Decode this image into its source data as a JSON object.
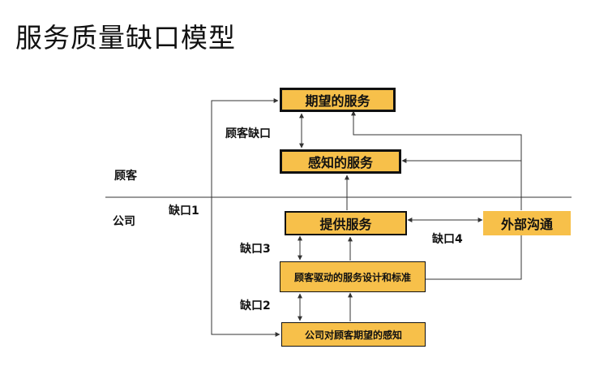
{
  "title": "服务质量缺口模型",
  "boxes": {
    "expected_service": "期望的服务",
    "perceived_service": "感知的服务",
    "service_delivery": "提供服务",
    "service_design": "顾客驱动的服务设计和标准",
    "company_perception": "公司对顾客期望的感知",
    "external_comm": "外部沟通"
  },
  "zones": {
    "customer": "顾客",
    "company": "公司"
  },
  "gaps": {
    "customer_gap": "顾客缺口",
    "gap1": "缺口1",
    "gap2": "缺口2",
    "gap3": "缺口3",
    "gap4": "缺口4"
  },
  "colors": {
    "box_fill": "#f7c04a",
    "line": "#333333"
  }
}
